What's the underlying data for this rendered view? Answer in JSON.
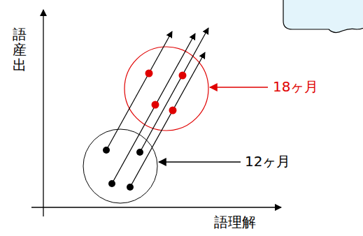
{
  "diagram": {
    "labels": [
      "語産出",
      "18ヶ月",
      "12ヶ月",
      "語理解"
    ]
  }
}
